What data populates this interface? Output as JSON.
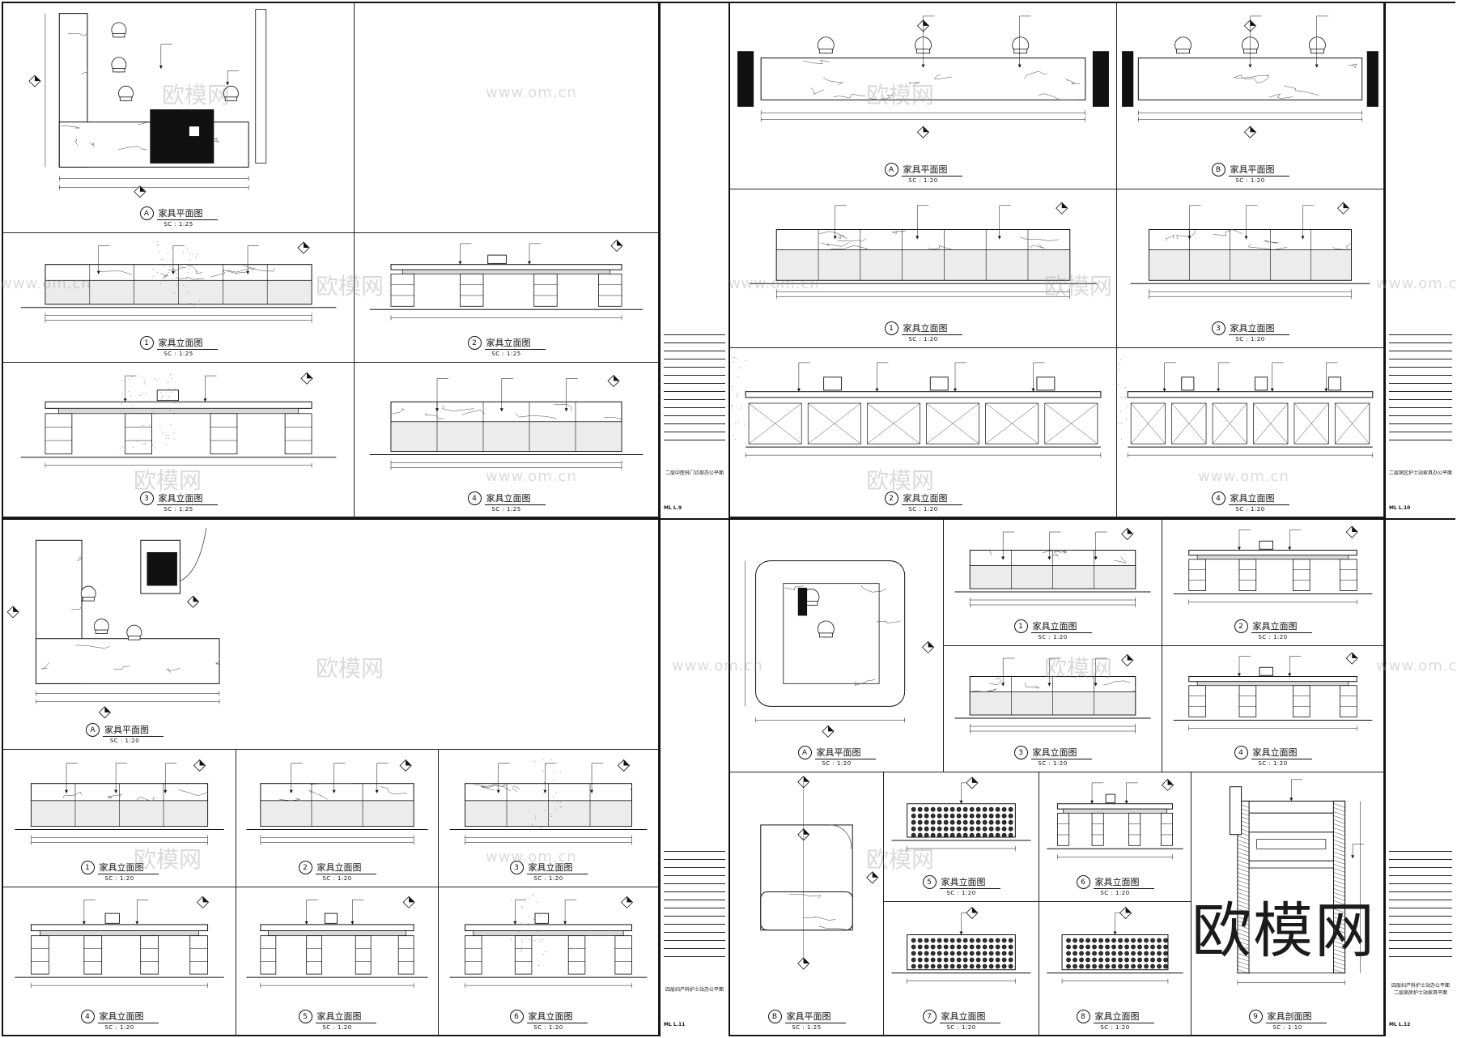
{
  "sheets": [
    {
      "id": "sheet-1",
      "title_block": {
        "title": "二层中医科门诊部办公平面",
        "code": "ML L.9"
      },
      "panels": [
        {
          "id": "p1-a",
          "num": "A",
          "title": "家具平面图",
          "scale": "SC : 1:25",
          "kind": "plan-l"
        },
        {
          "id": "p1-blank",
          "num": "",
          "title": "",
          "scale": "",
          "kind": "blank"
        },
        {
          "id": "p1-1",
          "num": "1",
          "title": "家具立面图",
          "scale": "SC : 1:25",
          "kind": "elev-marble-gap"
        },
        {
          "id": "p1-2",
          "num": "2",
          "title": "家具立面图",
          "scale": "SC : 1:25",
          "kind": "elev-desk"
        },
        {
          "id": "p1-3",
          "num": "3",
          "title": "家具立面图",
          "scale": "SC : 1:25",
          "kind": "elev-desk-gap"
        },
        {
          "id": "p1-4",
          "num": "4",
          "title": "家具立面图",
          "scale": "SC : 1:25",
          "kind": "elev-marble"
        }
      ]
    },
    {
      "id": "sheet-2",
      "title_block": {
        "title": "二层病区护士站家具办公平面",
        "code": "ML L.10"
      },
      "panels": [
        {
          "id": "p2-a",
          "num": "A",
          "title": "家具平面图",
          "scale": "SC : 1:20",
          "kind": "plan-straight"
        },
        {
          "id": "p2-b",
          "num": "B",
          "title": "家具平面图",
          "scale": "SC : 1:20",
          "kind": "plan-straight"
        },
        {
          "id": "p2-1",
          "num": "1",
          "title": "家具立面图",
          "scale": "SC : 1:20",
          "kind": "elev-marble"
        },
        {
          "id": "p2-3",
          "num": "3",
          "title": "家具立面图",
          "scale": "SC : 1:20",
          "kind": "elev-marble"
        },
        {
          "id": "p2-2",
          "num": "2",
          "title": "家具立面图",
          "scale": "SC : 1:20",
          "kind": "elev-desk-wide"
        },
        {
          "id": "p2-4",
          "num": "4",
          "title": "家具立面图",
          "scale": "SC : 1:20",
          "kind": "elev-desk-wide"
        }
      ]
    },
    {
      "id": "sheet-3",
      "title_block": {
        "title": "四层妇产科护士站办公平面",
        "code": "ML L.11"
      },
      "panels": [
        {
          "id": "p3-a",
          "num": "A",
          "title": "家具平面图",
          "scale": "SC : 1:20",
          "kind": "plan-l2"
        },
        {
          "id": "p3-1",
          "num": "1",
          "title": "家具立面图",
          "scale": "SC : 1:20",
          "kind": "elev-marble"
        },
        {
          "id": "p3-2",
          "num": "2",
          "title": "家具立面图",
          "scale": "SC : 1:20",
          "kind": "elev-marble"
        },
        {
          "id": "p3-3",
          "num": "3",
          "title": "家具立面图",
          "scale": "SC : 1:20",
          "kind": "elev-marble-gap"
        },
        {
          "id": "p3-4",
          "num": "4",
          "title": "家具立面图",
          "scale": "SC : 1:20",
          "kind": "elev-desk"
        },
        {
          "id": "p3-5",
          "num": "5",
          "title": "家具立面图",
          "scale": "SC : 1:20",
          "kind": "elev-desk"
        },
        {
          "id": "p3-6",
          "num": "6",
          "title": "家具立面图",
          "scale": "SC : 1:20",
          "kind": "elev-desk-gap"
        }
      ]
    },
    {
      "id": "sheet-4",
      "title_block": {
        "title": "四层妇产科护士站办公平面 二层病房护士站家具平面",
        "code": "ML L.12"
      },
      "panels": [
        {
          "id": "p4-a",
          "num": "A",
          "title": "家具平面图",
          "scale": "SC : 1:20",
          "kind": "plan-round"
        },
        {
          "id": "p4-1",
          "num": "1",
          "title": "家具立面图",
          "scale": "SC : 1:20",
          "kind": "elev-marble"
        },
        {
          "id": "p4-2",
          "num": "2",
          "title": "家具立面图",
          "scale": "SC : 1:20",
          "kind": "elev-desk"
        },
        {
          "id": "p4-3",
          "num": "3",
          "title": "家具立面图",
          "scale": "SC : 1:20",
          "kind": "elev-marble"
        },
        {
          "id": "p4-4",
          "num": "4",
          "title": "家具立面图",
          "scale": "SC : 1:20",
          "kind": "elev-desk"
        },
        {
          "id": "p4-b",
          "num": "B",
          "title": "家具平面图",
          "scale": "SC : 1:25",
          "kind": "plan-small"
        },
        {
          "id": "p4-5a",
          "num": "5",
          "title": "家具立面图",
          "scale": "SC : 1:20",
          "kind": "elev-grid"
        },
        {
          "id": "p4-6",
          "num": "6",
          "title": "家具立面图",
          "scale": "SC : 1:20",
          "kind": "elev-desk"
        },
        {
          "id": "p4-9",
          "num": "9",
          "title": "家具剖面图",
          "scale": "SC : 1:10",
          "kind": "section"
        },
        {
          "id": "p4-7",
          "num": "7",
          "title": "家具立面图",
          "scale": "SC : 1:20",
          "kind": "elev-grid"
        },
        {
          "id": "p4-8",
          "num": "8",
          "title": "家具立面图",
          "scale": "SC : 1:20",
          "kind": "elev-grid"
        }
      ]
    }
  ],
  "watermarks": {
    "cn": "欧模网",
    "url": "www.om.cn"
  },
  "brand_logo": "欧模网"
}
